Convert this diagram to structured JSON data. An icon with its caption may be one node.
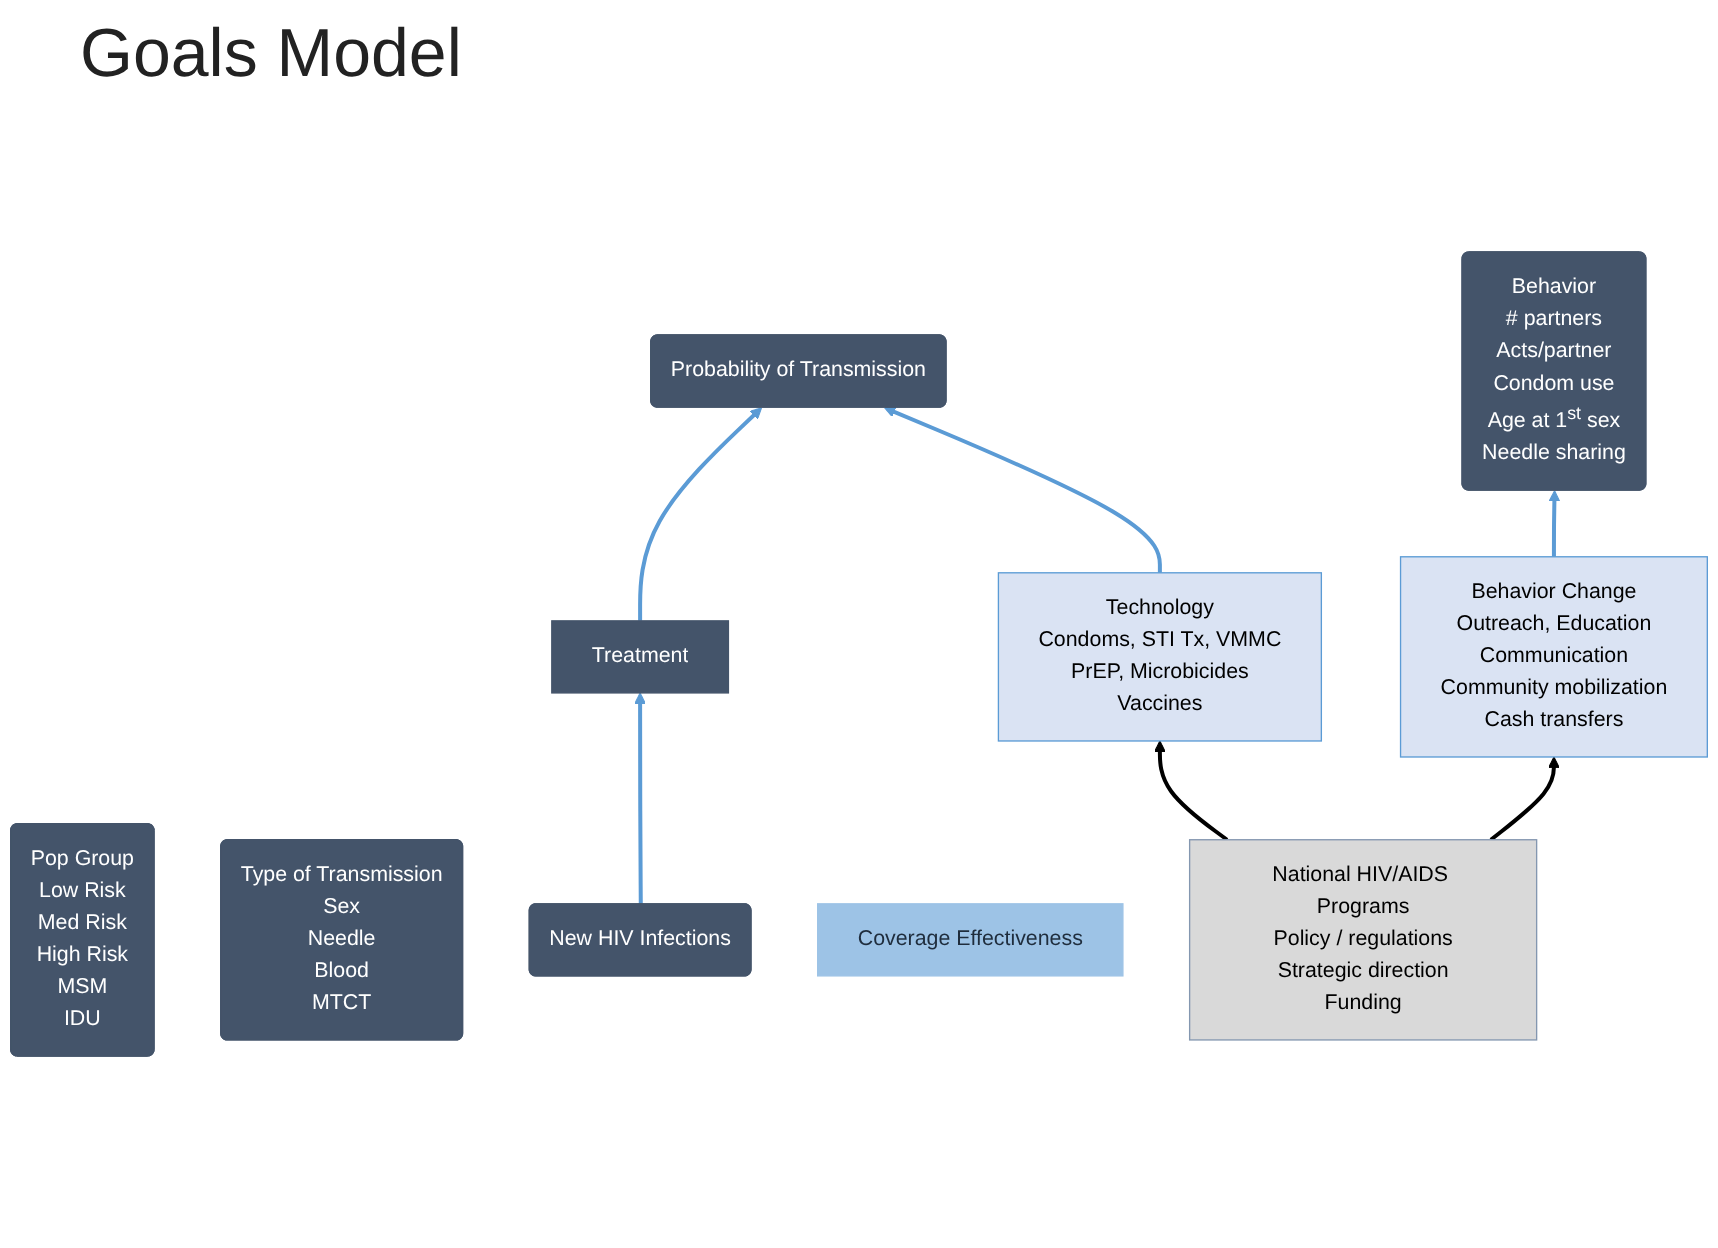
{
  "diagram": {
    "title": "Goals Model",
    "nodes": [
      {
        "text": [
          "Pop Group",
          "Low Risk",
          "Med Risk",
          "High Risk",
          "MSM",
          "IDU"
        ]
      },
      {
        "text": [
          "Behavior",
          "# partners",
          "Acts/partner",
          "Condom use",
          "Age at 1$^{st}$ sex",
          "Needle sharing"
        ]
      },
      {
        "text": [
          "Type of Transmission",
          "Sex",
          "Needle",
          "Blood",
          "MTCT"
        ]
      },
      {
        "text": [
          "Probability of Transmission"
        ]
      },
      {
        "text": [
          "New HIV Infections"
        ]
      },
      {
        "text": [
          "Treatment"
        ]
      },
      {
        "text": [
          "Coverage Effectiveness"
        ]
      },
      {
        "text": [
          "National HIV/AIDS Programs",
          "Policy / regulations",
          "Strategic direction",
          "Funding"
        ]
      },
      {
        "text": [
          "Behavior Change",
          "Outreach, Education",
          "Communication",
          "Community mobilization",
          "Cash transfers"
        ]
      },
      {
        "text": [
          "Technology",
          "Condoms, STI Tx, VMMC",
          "PrEP, Microbicides",
          "Vaccines"
        ]
      }
    ],
    "edges": [
      {
        "from": 4,
        "to": 5,
        "arrow": "to"
      },
      {
        "from": 5,
        "to": 3,
        "arrow": "to"
      },
      {
        "from": 8,
        "to": 1,
        "arrow": "to"
      },
      {
        "from": 9,
        "to": 3,
        "arrow": "to"
      },
      {
        "from": 7,
        "to": 8,
        "arrow": "to",
        "color": "#000000"
      },
      {
        "from": 7,
        "to": 9,
        "arrow": "to",
        "color": "#000000"
      }
    ]
  }
}
